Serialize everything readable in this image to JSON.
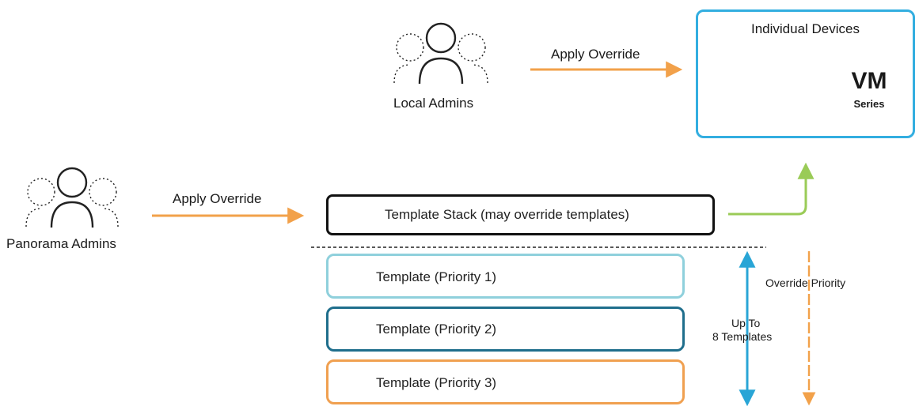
{
  "local_admins": {
    "label": "Local Admins"
  },
  "panorama_admins": {
    "label": "Panorama Admins"
  },
  "top_arrow": {
    "label": "Apply Override"
  },
  "left_arrow": {
    "label": "Apply Override"
  },
  "devices": {
    "title": "Individual Devices",
    "vm": {
      "line1": "VM",
      "line2": "Series"
    }
  },
  "template_stack": {
    "label": "Template Stack (may override templates)"
  },
  "templates": [
    {
      "label": "Template (Priority 1)",
      "color": "#8fd0dc"
    },
    {
      "label": "Template (Priority 2)",
      "color": "#1f6e8c"
    },
    {
      "label": "Template (Priority 3)",
      "color": "#f0a050"
    }
  ],
  "up_to": {
    "line1": "Up To",
    "line2": "8 Templates"
  },
  "override_priority": {
    "label": "Override Priority"
  },
  "colors": {
    "orange": "#f2a14a",
    "green": "#9acb57",
    "blue": "#29a5d6",
    "device_border": "#33aee0"
  }
}
